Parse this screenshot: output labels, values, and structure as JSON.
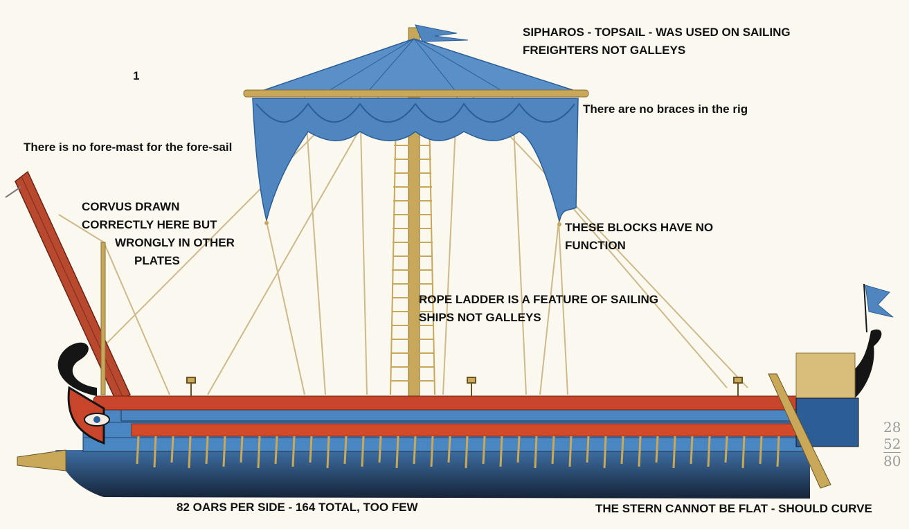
{
  "plate_number": "1",
  "annotations": {
    "sipharos": [
      "SIPHAROS - TOPSAIL - WAS USED ON SAILING",
      "FREIGHTERS NOT GALLEYS"
    ],
    "braces": [
      "There are no braces in the rig"
    ],
    "foremast": [
      "There is no fore-mast for the fore-sail"
    ],
    "corvus": [
      "CORVUS DRAWN",
      "CORRECTLY HERE BUT",
      "WRONGLY IN OTHER",
      "PLATES"
    ],
    "blocks": [
      "THESE BLOCKS HAVE NO",
      "FUNCTION"
    ],
    "ladder": [
      "ROPE LADDER IS A FEATURE OF SAILING",
      "SHIPS NOT GALLEYS"
    ],
    "oars": [
      "82 OARS PER SIDE - 164 TOTAL, TOO FEW"
    ],
    "stern": [
      "THE STERN CANNOT BE FLAT - SHOULD CURVE"
    ]
  },
  "margin_pencil": [
    "28",
    "52",
    "80"
  ],
  "colors": {
    "sail": "#4f86c0",
    "sail_dark": "#2c5d96",
    "hull_upper_blue": "#4a86c2",
    "hull_dark": "#1e2f4a",
    "rail_red": "#c8442a",
    "wood": "#c9a85a",
    "corvus_red": "#b8492f",
    "ink": "#111111"
  }
}
